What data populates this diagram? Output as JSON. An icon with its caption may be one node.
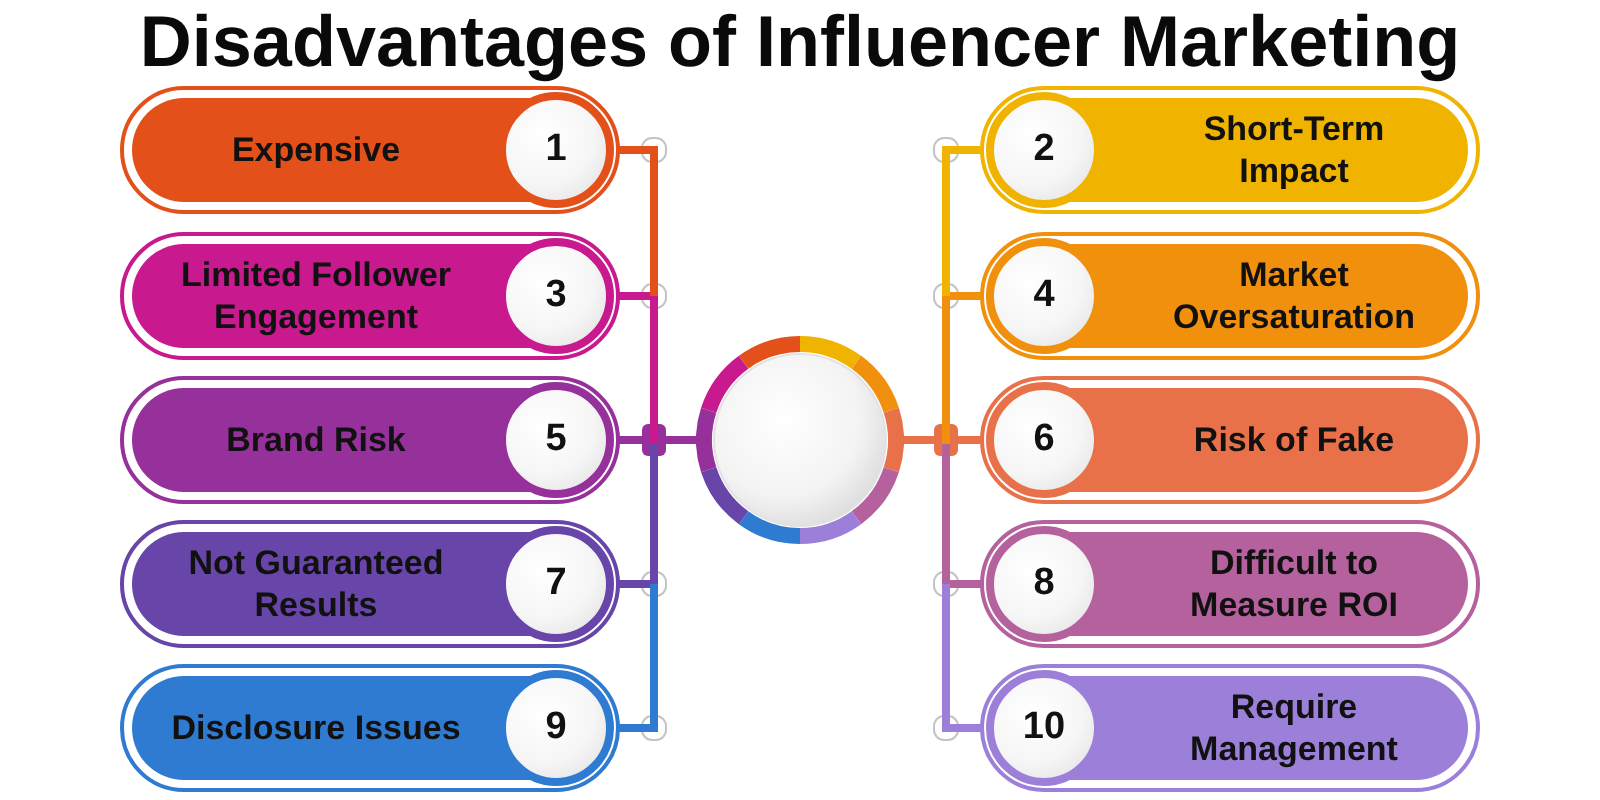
{
  "diagram": {
    "title": "Disadvantages of Influencer Marketing",
    "nodes": [
      {
        "text": [],
        "shape": "circle"
      },
      {
        "text": [
          "Expensive"
        ]
      },
      {
        "text": [
          "1"
        ],
        "in": 1
      },
      {
        "text": [
          "Short-Term Impact"
        ]
      },
      {
        "text": [
          "2"
        ],
        "in": 3
      },
      {
        "text": [
          "Limited Follower Engagement"
        ]
      },
      {
        "text": [
          "3"
        ],
        "in": 5
      },
      {
        "text": [
          "Market Oversaturation"
        ]
      },
      {
        "text": [
          "4"
        ],
        "in": 7
      },
      {
        "text": [
          "Brand Risk"
        ]
      },
      {
        "text": [
          "5"
        ],
        "in": 9
      },
      {
        "text": [
          "Risk of Fake"
        ]
      },
      {
        "text": [
          "6"
        ],
        "in": 11
      },
      {
        "text": [
          "Not Guaranteed Results"
        ]
      },
      {
        "text": [
          "7"
        ],
        "in": 13
      },
      {
        "text": [
          "Difficult to Measure ROI"
        ]
      },
      {
        "text": [
          "8"
        ],
        "in": 15
      },
      {
        "text": [
          "Disclosure Issues"
        ]
      },
      {
        "text": [
          "9"
        ],
        "in": 17
      },
      {
        "text": [
          "Require Management"
        ]
      },
      {
        "text": [
          "10"
        ],
        "in": 19
      }
    ],
    "edges": [
      {
        "from": 0,
        "to": 2,
        "arrow": "none",
        "color": "#e4501a"
      },
      {
        "from": 0,
        "to": 4,
        "arrow": "none",
        "color": "#f0b400"
      },
      {
        "from": 0,
        "to": 6,
        "arrow": "none",
        "color": "#c8198f"
      },
      {
        "from": 0,
        "to": 8,
        "arrow": "none",
        "color": "#f0900c"
      },
      {
        "from": 0,
        "to": 10,
        "arrow": "none",
        "color": "#96309b"
      },
      {
        "from": 0,
        "to": 12,
        "arrow": "none",
        "color": "#e8714a"
      },
      {
        "from": 0,
        "to": 14,
        "arrow": "none",
        "color": "#6845a8"
      },
      {
        "from": 0,
        "to": 16,
        "arrow": "none",
        "color": "#b4619e"
      },
      {
        "from": 0,
        "to": 18,
        "arrow": "none",
        "color": "#2f7bd2"
      },
      {
        "from": 0,
        "to": 20,
        "arrow": "none",
        "color": "#9c7fd8"
      }
    ]
  }
}
